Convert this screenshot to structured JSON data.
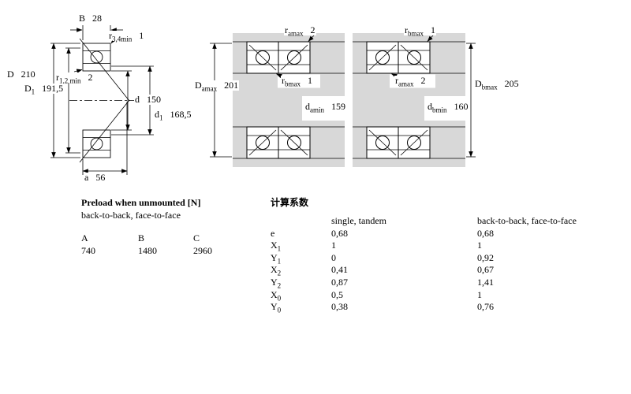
{
  "figures": {
    "single": {
      "B": {
        "base": "B",
        "sub": "",
        "value": "28"
      },
      "r34": {
        "base": "r",
        "sub": "3,4min",
        "value": "1"
      },
      "D": {
        "base": "D",
        "sub": "",
        "value": "210"
      },
      "r12": {
        "base": "r",
        "sub": "1,2 min",
        "value": "2"
      },
      "D1": {
        "base": "D",
        "sub": "1",
        "value": "191,5"
      },
      "d": {
        "base": "d",
        "sub": "",
        "value": "150"
      },
      "d1": {
        "base": "d",
        "sub": "1",
        "value": "168,5"
      },
      "a": {
        "base": "a",
        "sub": "",
        "value": "56"
      }
    },
    "pair_b2b": {
      "r_amax_top": {
        "base": "r",
        "sub": "amax",
        "value": "2"
      },
      "D_amax": {
        "base": "D",
        "sub": "amax",
        "value": "201"
      },
      "r_bmax": {
        "base": "r",
        "sub": "bmax",
        "value": "1"
      },
      "d_amin": {
        "base": "d",
        "sub": "amin",
        "value": "159"
      }
    },
    "pair_f2f": {
      "r_bmax_top": {
        "base": "r",
        "sub": "bmax",
        "value": "1"
      },
      "r_amax": {
        "base": "r",
        "sub": "amax",
        "value": "2"
      },
      "D_bmax": {
        "base": "D",
        "sub": "bmax",
        "value": "205"
      },
      "d_bmin": {
        "base": "d",
        "sub": "bmin",
        "value": "160"
      }
    }
  },
  "preload": {
    "title": "Preload when unmounted [N]",
    "subtitle": "back-to-back, face-to-face",
    "columns": [
      "A",
      "B",
      "C"
    ],
    "values": [
      "740",
      "1480",
      "2960"
    ]
  },
  "factors": {
    "title": "计算系数",
    "col1_header": "single, tandem",
    "col2_header": "back-to-back, face-to-face",
    "rows": [
      {
        "base": "e",
        "sub": "",
        "v1": "0,68",
        "v2": "0,68"
      },
      {
        "base": "X",
        "sub": "1",
        "v1": "1",
        "v2": "1"
      },
      {
        "base": "Y",
        "sub": "1",
        "v1": "0",
        "v2": "0,92"
      },
      {
        "base": "X",
        "sub": "2",
        "v1": "0,41",
        "v2": "0,67"
      },
      {
        "base": "Y",
        "sub": "2",
        "v1": "0,87",
        "v2": "1,41"
      },
      {
        "base": "X",
        "sub": "0",
        "v1": "0,5",
        "v2": "1"
      },
      {
        "base": "Y",
        "sub": "0",
        "v1": "0,38",
        "v2": "0,76"
      }
    ]
  }
}
